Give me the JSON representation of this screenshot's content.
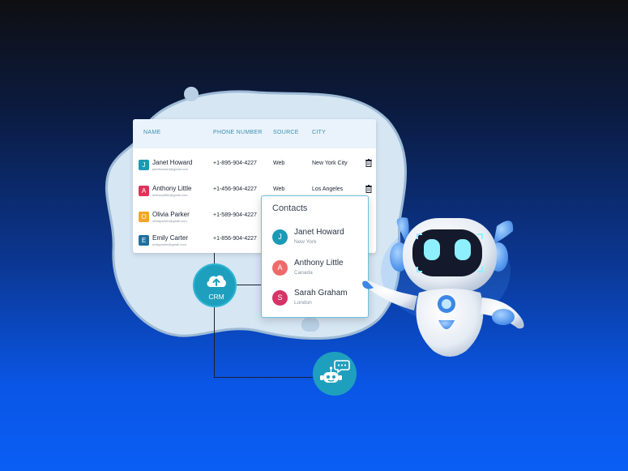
{
  "table": {
    "headers": [
      "NAME",
      "PHONE NUMBER",
      "SOURCE",
      "CITY"
    ],
    "rows": [
      {
        "initial": "J",
        "name": "Janet Howard",
        "email": "janethoward@gmail.com",
        "phone": "+1-895-904-4227",
        "source": "Web",
        "city": "New York City",
        "color": "#1a9ab5"
      },
      {
        "initial": "A",
        "name": "Anthony Little",
        "email": "anthonylittle@gmail.com",
        "phone": "+1-456-904-4227",
        "source": "Web",
        "city": "Los Angeles",
        "color": "#e0335a"
      },
      {
        "initial": "O",
        "name": "Olivia Parker",
        "email": "oliviaparker@gmail.com",
        "phone": "+1-589-904-4227",
        "source": "",
        "city": "",
        "color": "#f2a52a"
      },
      {
        "initial": "E",
        "name": "Emily Carter",
        "email": "emilycarter@gmail.com",
        "phone": "+1-856-904-4227",
        "source": "",
        "city": "",
        "color": "#1f6fa0"
      }
    ]
  },
  "contacts": {
    "title": "Contacts",
    "items": [
      {
        "initial": "J",
        "name": "Janet Howard",
        "location": "New York",
        "color": "#1a9ab5"
      },
      {
        "initial": "A",
        "name": "Anthony Little",
        "location": "Canada",
        "color": "#ef6a6a"
      },
      {
        "initial": "S",
        "name": "Sarah Graham",
        "location": "London",
        "color": "#d63366"
      }
    ]
  },
  "crm": {
    "label": "CRM",
    "icon": "cloud-upload-icon"
  },
  "chatbot": {
    "icon": "chatbot-icon"
  },
  "colors": {
    "accent": "#1f9fbe",
    "blob": "#d6e6f3",
    "background_top": "#0f0f12",
    "background_bottom": "#0a5ef5"
  }
}
